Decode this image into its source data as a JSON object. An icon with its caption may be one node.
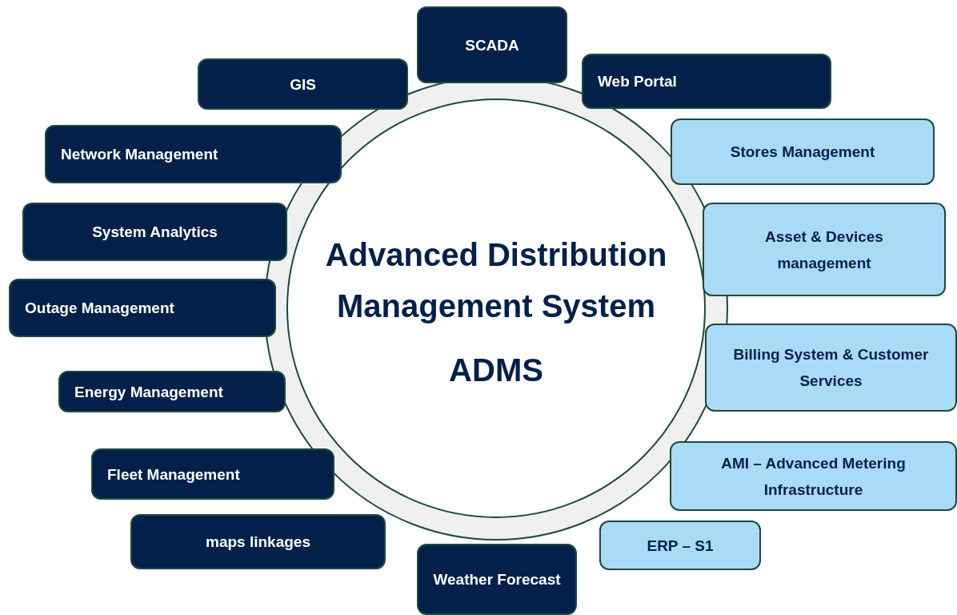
{
  "diagram": {
    "nodes": [
      {
        "text": [
          "Advanced Distribution Management System",
          "ADMS"
        ]
      },
      {
        "text": [
          "SCADA"
        ]
      },
      {
        "text": [
          "Web Portal"
        ]
      },
      {
        "text": [
          "GIS"
        ]
      },
      {
        "text": [
          "Network Management"
        ]
      },
      {
        "text": [
          "Stores Management"
        ]
      },
      {
        "text": [
          "System Analytics"
        ]
      },
      {
        "text": [
          "Asset & Devices management"
        ]
      },
      {
        "text": [
          "Outage Management"
        ]
      },
      {
        "text": [
          "Billing System & Customer Services"
        ]
      },
      {
        "text": [
          "Energy Management"
        ]
      },
      {
        "text": [
          "AMI – Advanced Metering Infrastructure"
        ]
      },
      {
        "text": [
          "Fleet Management"
        ]
      },
      {
        "text": [
          "ERP – S1"
        ]
      },
      {
        "text": [
          "maps linkages"
        ]
      },
      {
        "text": [
          "Weather Forecast"
        ]
      }
    ]
  }
}
